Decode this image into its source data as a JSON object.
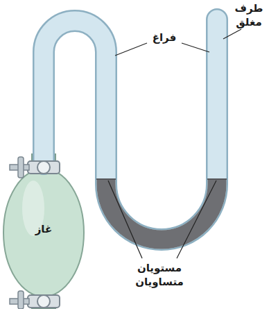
{
  "diagram": {
    "labels": [
      "طرف مغلق",
      "فراغ",
      "غاز",
      "مستويان متساويان"
    ]
  }
}
